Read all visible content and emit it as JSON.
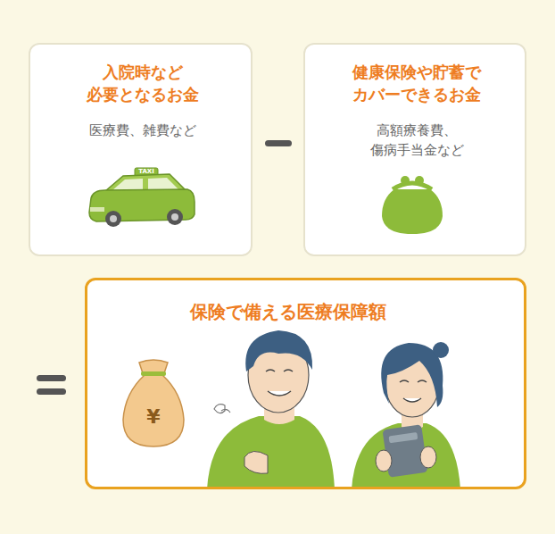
{
  "diagram": {
    "nodes": [
      {
        "text": [
          "入院時など 必要となるお金",
          "医療費、雑費など"
        ]
      },
      {
        "text": [
          "健康保険や貯蓄で カバーできるお金",
          "高額療養費、 傷病手当金など"
        ]
      },
      {
        "text": [
          "保険で備える医療保障額"
        ]
      }
    ],
    "labels": [
      "TAXI",
      "¥"
    ]
  }
}
